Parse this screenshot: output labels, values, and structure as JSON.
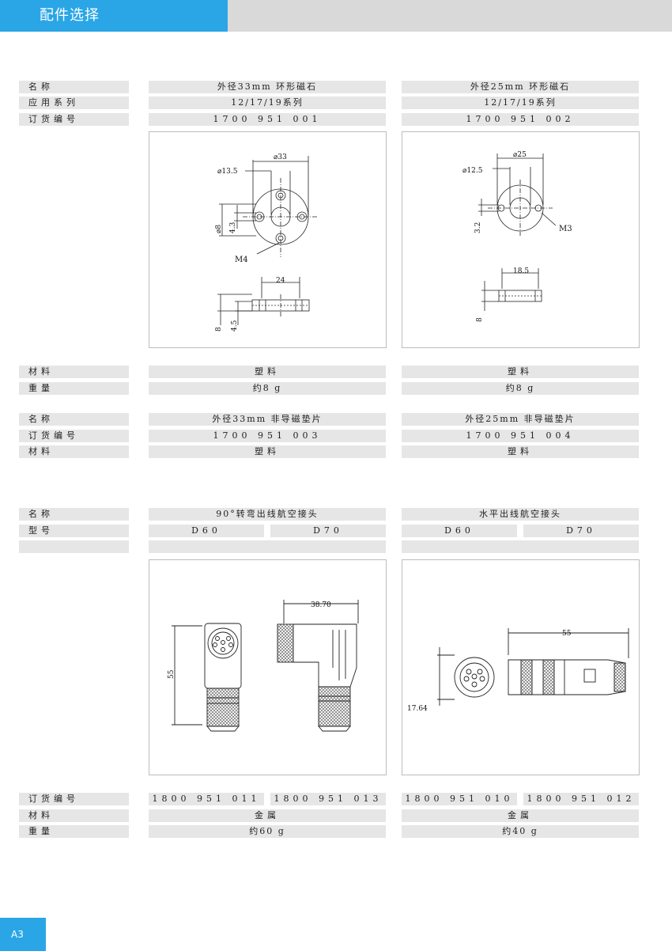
{
  "header": {
    "title": "配件选择"
  },
  "page_number": "A3",
  "labels": {
    "name": "名称",
    "series": "应用系列",
    "order_no": "订货编号",
    "material": "材料",
    "weight": "重量",
    "model": "型号"
  },
  "magnets": {
    "left": {
      "name": "外径33mm 环形磁石",
      "series": "12/17/19系列",
      "order_no": "1700 951 001",
      "material": "塑料",
      "weight": "约8 g"
    },
    "right": {
      "name": "外径25mm 环形磁石",
      "series": "12/17/19系列",
      "order_no": "1700 951 002",
      "material": "塑料",
      "weight": "约8 g"
    }
  },
  "pads": {
    "left": {
      "name": "外径33mm 非导磁垫片",
      "order_no": "1700 951 003",
      "material": "塑料"
    },
    "right": {
      "name": "外径25mm 非导磁垫片",
      "order_no": "1700 951 004",
      "material": "塑料"
    }
  },
  "connectors": {
    "left": {
      "name": "90°转弯出线航空接头",
      "model_a": "D60",
      "model_b": "D70",
      "order_a": "1800 951 011",
      "order_b": "1800 951 013",
      "material": "金属",
      "weight": "约60 g"
    },
    "right": {
      "name": "水平出线航空接头",
      "model_a": "D60",
      "model_b": "D70",
      "order_a": "1800 951 010",
      "order_b": "1800 951 012",
      "material": "金属",
      "weight": "约40 g"
    }
  },
  "drawings": {
    "m33": {
      "d_outer": "⌀33",
      "d_inner": "⌀13.5",
      "d8": "⌀8",
      "h43": "4.3",
      "thread": "M4",
      "width": "24",
      "h8": "8",
      "h45": "4.5"
    },
    "m25": {
      "d_outer": "⌀25",
      "d_inner": "⌀12.5",
      "h32": "3.2",
      "thread": "M3",
      "width": "18.5",
      "h8": "8"
    },
    "c90": {
      "height": "55",
      "width": "38.70"
    },
    "cstraight": {
      "length": "55",
      "dia": "17.64"
    }
  }
}
